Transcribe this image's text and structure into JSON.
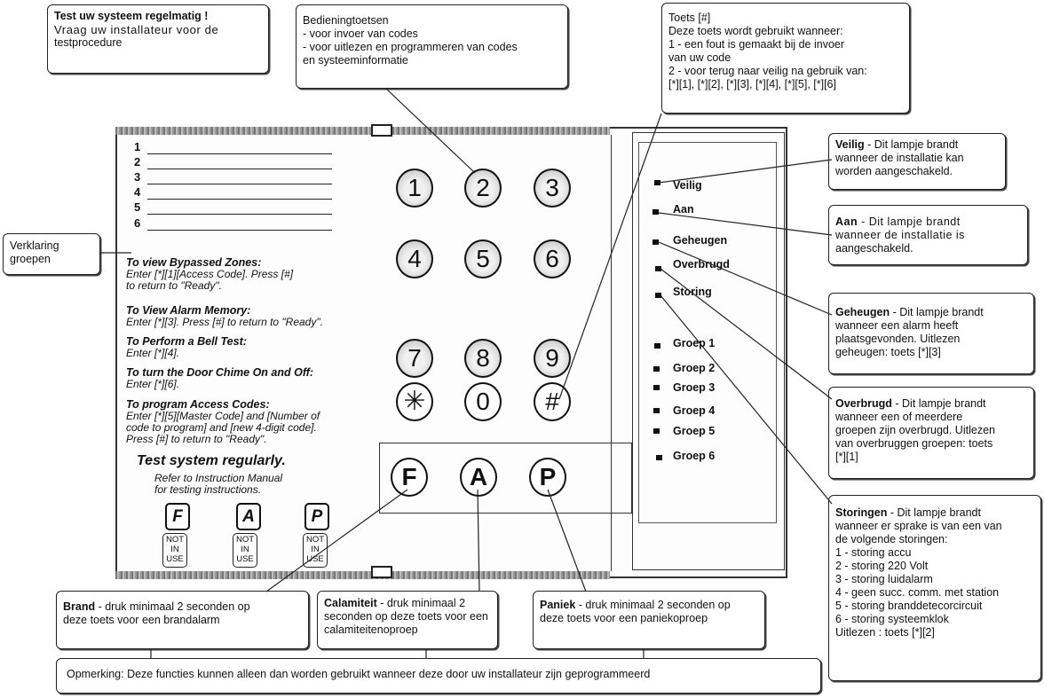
{
  "callouts": {
    "test": {
      "title": "Test uw systeem regelmatig !",
      "lines": [
        "Vraag uw installateur voor de",
        "testprocedure"
      ]
    },
    "bediening": {
      "lines": [
        "Bedieningtoetsen",
        "- voor invoer van codes",
        "- voor uitlezen en programmeren van codes",
        "en systeeminformatie"
      ]
    },
    "hash": {
      "lines": [
        "Toets [#]",
        "Deze toets wordt gebruikt wanneer:",
        "1 - een fout is gemaakt bij de invoer",
        "van uw code",
        "2 - voor terug naar veilig na gebruik van:",
        "[*][1], [*][2], [*][3], [*][4], [*][5], [*][6]"
      ]
    },
    "verklaring": {
      "lines": [
        "Verklaring",
        "groepen"
      ]
    },
    "veilig": {
      "title": "Veilig",
      "lines": [
        " - Dit lampje brandt",
        "wanneer de installatie kan",
        "worden aangeschakeld."
      ]
    },
    "aan": {
      "title": "Aan",
      "lines": [
        " - Dit lampje brandt",
        "wanneer de installatie is",
        "aangeschakeld."
      ]
    },
    "geheugen": {
      "title": "Geheugen",
      "lines": [
        " - Dit lampje brandt",
        "wanneer een alarm heeft",
        "plaatsgevonden. Uitlezen",
        "geheugen: toets [*][3]"
      ]
    },
    "overbrugd": {
      "title": "Overbrugd",
      "lines": [
        " - Dit lampje brandt",
        "wanneer een of meerdere",
        "groepen zijn overbrugd. Uitlezen",
        "van overbruggen groepen: toets",
        "[*][1]"
      ]
    },
    "storingen": {
      "title": "Storingen",
      "lines": [
        " - Dit lampje brandt",
        "wanneer er sprake is van een van",
        "de volgende storingen:",
        "1 - storing accu",
        "2 - storing 220 Volt",
        "3 - storing luidalarm",
        "4 - geen succ. comm. met station",
        "5 - storing branddetecorcircuit",
        "6 - storing systeemklok",
        "Uitlezen : toets [*][2]"
      ]
    },
    "brand": {
      "title": "Brand",
      "lines": [
        " - druk minimaal 2 seconden op",
        "deze toets voor een brandalarm"
      ]
    },
    "calamiteit": {
      "title": "Calamiteit",
      "lines": [
        " - druk minimaal 2",
        "seconden op deze toets voor een",
        "calamiteitenoproep"
      ]
    },
    "paniek": {
      "title": "Paniek",
      "lines": [
        " - druk minimaal 2 seconden op",
        "deze toets voor een paniekoproep"
      ]
    },
    "opmerking": {
      "lines": [
        "Opmerking: Deze functies kunnen alleen dan worden gebruikt wanneer deze door uw installateur zijn geprogrammeerd"
      ]
    }
  },
  "card": {
    "group_numbers": [
      "1",
      "2",
      "3",
      "4",
      "5",
      "6"
    ],
    "instructions": [
      {
        "title": "To view Bypassed Zones:",
        "lines": [
          "Enter [*][1][Access Code]. Press [#]",
          "to return to \"Ready\"."
        ]
      },
      {
        "title": "To View Alarm Memory:",
        "lines": [
          "Enter [*][3]. Press [#] to return to \"Ready\"."
        ]
      },
      {
        "title": "To Perform a Bell Test:",
        "lines": [
          "Enter [*][4]."
        ]
      },
      {
        "title": "To turn the Door Chime On and Off:",
        "lines": [
          "Enter [*][6]."
        ]
      },
      {
        "title": "To program Access Codes:",
        "lines": [
          "Enter [*][5][Master Code] and [Number of",
          "code to program] and [new 4-digit code].",
          "Press [#] to return to \"Ready\"."
        ]
      }
    ],
    "big_title": "Test system regularly.",
    "refer_lines": [
      "Refer  to Instruction Manual",
      "for testing instructions."
    ],
    "fap_keys": [
      "F",
      "A",
      "P"
    ],
    "not_in_use": [
      "NOT",
      "IN",
      "USE"
    ]
  },
  "keypad": {
    "keys": [
      "1",
      "2",
      "3",
      "4",
      "5",
      "6",
      "7",
      "8",
      "9",
      "✳",
      "0",
      "#"
    ],
    "function_keys": [
      "F",
      "A",
      "P"
    ]
  },
  "indicators": {
    "status": [
      "Veilig",
      "Aan",
      "Geheugen",
      "Overbrugd",
      "Storing"
    ],
    "groups": [
      "Groep 1",
      "Groep 2",
      "Groep 3",
      "Groep 4",
      "Groep 5",
      "Groep 6"
    ]
  }
}
